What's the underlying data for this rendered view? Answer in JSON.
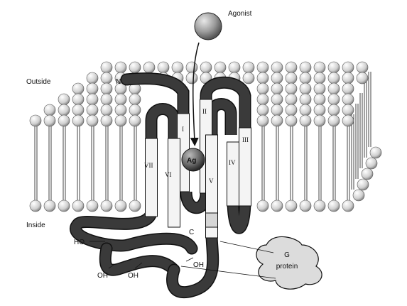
{
  "labels": {
    "agonist": "Agonist",
    "outside": "Outside",
    "inside": "Inside",
    "n_terminus": "N",
    "c_terminus": "C",
    "agonist_bound": "Ag",
    "g_protein_line1": "G",
    "g_protein_line2": "protein",
    "ho": "HO",
    "oh_1": "OH",
    "oh_2": "OH",
    "oh_3": "OH"
  },
  "helices": [
    "I",
    "II",
    "III",
    "IV",
    "V",
    "VI",
    "VII"
  ],
  "colors": {
    "background": "#ffffff",
    "loop_dark": "#3a3a3a",
    "helix_light": "#f4f4f4",
    "outline": "#111111",
    "lipid_head": "#dadada",
    "agonist": "#9a9a9a",
    "g_protein": "#dcdcdc"
  }
}
